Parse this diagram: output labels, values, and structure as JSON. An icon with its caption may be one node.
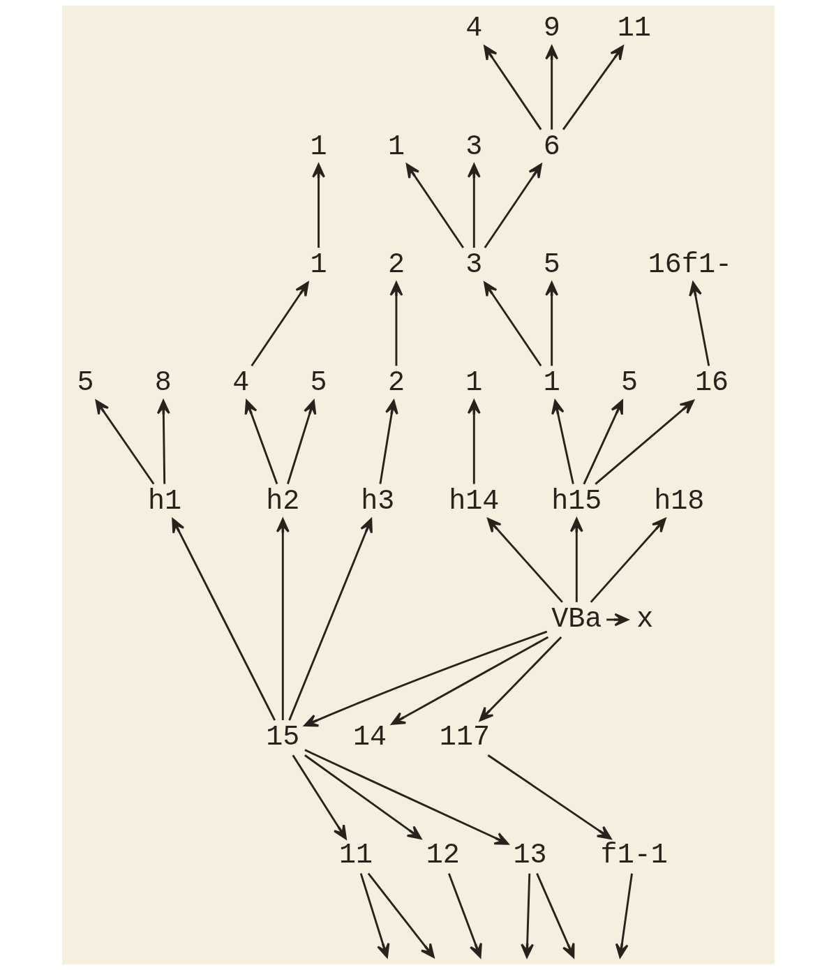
{
  "diagram": {
    "nodes": [
      {
        "text": [
          "4"
        ]
      },
      {
        "text": [
          "9"
        ]
      },
      {
        "text": [
          "11"
        ]
      },
      {
        "text": [
          "1"
        ]
      },
      {
        "text": [
          "1"
        ]
      },
      {
        "text": [
          "3"
        ]
      },
      {
        "text": [
          "6"
        ]
      },
      {
        "text": [
          "1"
        ]
      },
      {
        "text": [
          "2"
        ]
      },
      {
        "text": [
          "3"
        ]
      },
      {
        "text": [
          "5"
        ]
      },
      {
        "text": [
          "16f1-"
        ]
      },
      {
        "text": [
          "5"
        ]
      },
      {
        "text": [
          "8"
        ]
      },
      {
        "text": [
          "4"
        ]
      },
      {
        "text": [
          "5"
        ]
      },
      {
        "text": [
          "2"
        ]
      },
      {
        "text": [
          "1"
        ]
      },
      {
        "text": [
          "1"
        ]
      },
      {
        "text": [
          "5"
        ]
      },
      {
        "text": [
          "16"
        ]
      },
      {
        "text": [
          "h1"
        ]
      },
      {
        "text": [
          "h2"
        ]
      },
      {
        "text": [
          "h3"
        ]
      },
      {
        "text": [
          "h14"
        ]
      },
      {
        "text": [
          "h15"
        ]
      },
      {
        "text": [
          "h18"
        ]
      },
      {
        "text": [
          "VBa"
        ]
      },
      {
        "text": [
          "x"
        ]
      },
      {
        "text": [
          "15"
        ]
      },
      {
        "text": [
          "14"
        ]
      },
      {
        "text": [
          "117"
        ]
      },
      {
        "text": [
          "11"
        ]
      },
      {
        "text": [
          "12"
        ]
      },
      {
        "text": [
          "13"
        ]
      },
      {
        "text": [
          "f1-1"
        ]
      }
    ],
    "edges": [
      {
        "from": 6,
        "to": 0,
        "arrow": "to"
      },
      {
        "from": 6,
        "to": 1,
        "arrow": "to"
      },
      {
        "from": 6,
        "to": 2,
        "arrow": "to"
      },
      {
        "from": 7,
        "to": 3,
        "arrow": "to"
      },
      {
        "from": 9,
        "to": 4,
        "arrow": "to"
      },
      {
        "from": 9,
        "to": 5,
        "arrow": "to"
      },
      {
        "from": 9,
        "to": 6,
        "arrow": "to"
      },
      {
        "from": 16,
        "to": 8,
        "arrow": "to"
      },
      {
        "from": 14,
        "to": 7,
        "arrow": "to"
      },
      {
        "from": 18,
        "to": 9,
        "arrow": "to"
      },
      {
        "from": 18,
        "to": 10,
        "arrow": "to"
      },
      {
        "from": 20,
        "to": 11,
        "arrow": "to"
      },
      {
        "from": 21,
        "to": 12,
        "arrow": "to"
      },
      {
        "from": 21,
        "to": 13,
        "arrow": "to"
      },
      {
        "from": 22,
        "to": 14,
        "arrow": "to"
      },
      {
        "from": 22,
        "to": 15,
        "arrow": "to"
      },
      {
        "from": 23,
        "to": 16,
        "arrow": "to"
      },
      {
        "from": 24,
        "to": 17,
        "arrow": "to"
      },
      {
        "from": 25,
        "to": 18,
        "arrow": "to"
      },
      {
        "from": 25,
        "to": 19,
        "arrow": "to"
      },
      {
        "from": 25,
        "to": 20,
        "arrow": "to"
      },
      {
        "from": 27,
        "to": 24,
        "arrow": "to"
      },
      {
        "from": 27,
        "to": 25,
        "arrow": "to"
      },
      {
        "from": 27,
        "to": 26,
        "arrow": "to"
      },
      {
        "from": 27,
        "to": 28,
        "arrow": "to"
      },
      {
        "from": 27,
        "to": 29,
        "arrow": "to"
      },
      {
        "from": 27,
        "to": 30,
        "arrow": "to"
      },
      {
        "from": 27,
        "to": 31,
        "arrow": "to"
      },
      {
        "from": 29,
        "to": 21,
        "arrow": "to"
      },
      {
        "from": 29,
        "to": 22,
        "arrow": "to"
      },
      {
        "from": 29,
        "to": 23,
        "arrow": "to"
      },
      {
        "from": 29,
        "to": 32,
        "arrow": "to"
      },
      {
        "from": 29,
        "to": 33,
        "arrow": "to"
      },
      {
        "from": 29,
        "to": 34,
        "arrow": "to"
      },
      {
        "from": 31,
        "to": 35,
        "arrow": "to"
      },
      {
        "from": 32,
        "to": null,
        "arrow": "to"
      },
      {
        "from": 32,
        "to": null,
        "arrow": "to"
      },
      {
        "from": 33,
        "to": null,
        "arrow": "to"
      },
      {
        "from": 34,
        "to": null,
        "arrow": "to"
      },
      {
        "from": 34,
        "to": null,
        "arrow": "to"
      },
      {
        "from": 35,
        "to": null,
        "arrow": "to"
      }
    ]
  }
}
